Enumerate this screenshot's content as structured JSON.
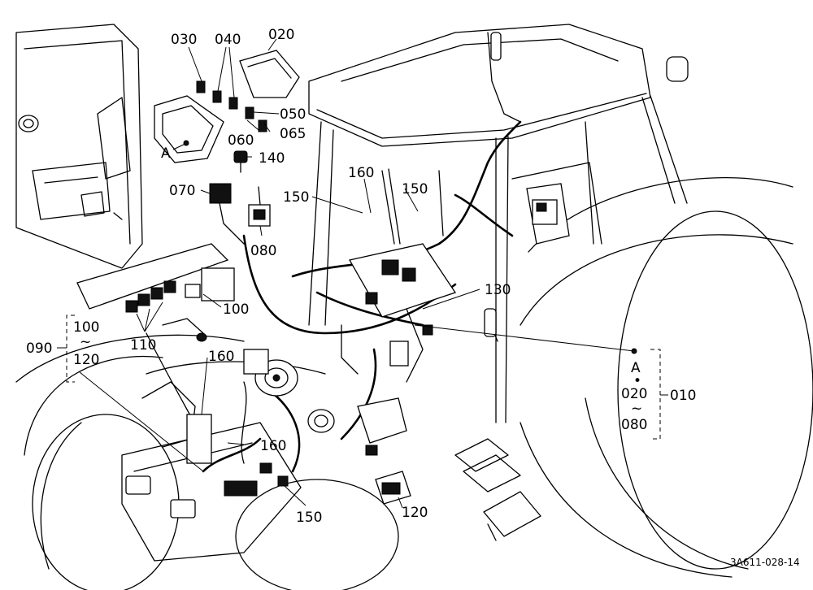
{
  "labels": {
    "l030": "030",
    "l040": "040",
    "l020": "020",
    "l050": "050",
    "l060": "060",
    "l065": "065",
    "l140": "140",
    "lA1": "A",
    "l070": "070",
    "l080": "080",
    "l160a": "160",
    "l150a": "150",
    "l150b": "150",
    "l130": "130",
    "l100a": "100",
    "l090": "090",
    "l100b": "100",
    "ltilde1": "~",
    "l120a": "120",
    "l110": "110",
    "l160b": "160",
    "l160c": "160",
    "l150c": "150",
    "l120b": "120",
    "lA2": "A",
    "ldot": "•",
    "l020b": "020",
    "ltilde2": "~",
    "l080b": "080",
    "l010": "010"
  },
  "footer": {
    "code": "3A611-028-14"
  }
}
